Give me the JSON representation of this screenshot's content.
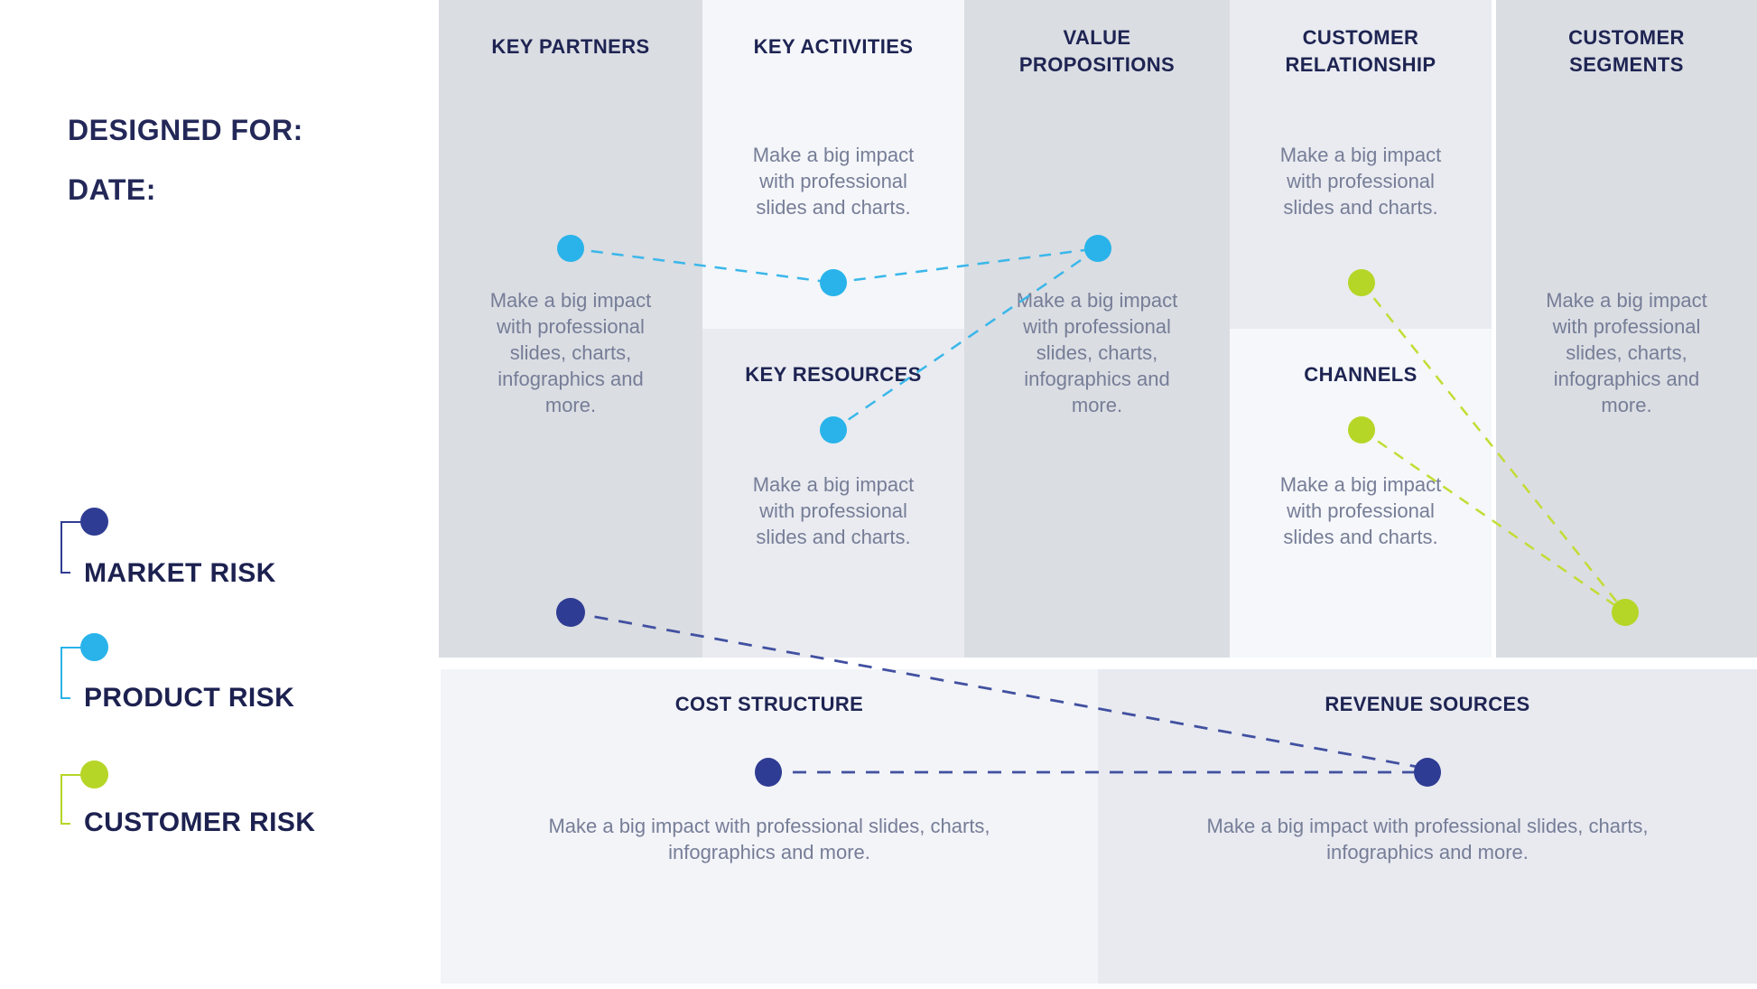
{
  "side": {
    "designed_for": "DESIGNED FOR:",
    "date": "DATE:"
  },
  "legend": {
    "items": [
      {
        "label": "MARKET RISK",
        "color": "#2f3c93"
      },
      {
        "label": "PRODUCT RISK",
        "color": "#29b3ea"
      },
      {
        "label": "CUSTOMER RISK",
        "color": "#b5d626"
      }
    ]
  },
  "canvas": {
    "cells": {
      "key_partners": {
        "title": "KEY PARTNERS",
        "body": "Make a big impact\nwith professional\nslides, charts,\ninfographics and\nmore."
      },
      "key_activities": {
        "title": "KEY ACTIVITIES",
        "body": "Make a big impact\nwith professional\nslides and charts."
      },
      "key_resources": {
        "title": "KEY RESOURCES",
        "body": "Make a big impact\nwith professional\nslides and charts."
      },
      "value_propositions": {
        "title": "VALUE\nPROPOSITIONS",
        "body": "Make a big impact\nwith professional\nslides, charts,\ninfographics and\nmore."
      },
      "customer_relationship": {
        "title": "CUSTOMER\nRELATIONSHIP",
        "body": "Make a big impact\nwith professional\nslides and charts."
      },
      "channels": {
        "title": "CHANNELS",
        "body": "Make a big impact\nwith professional\nslides and charts."
      },
      "customer_segments": {
        "title": "CUSTOMER\nSEGMENTS",
        "body": "Make a big impact\nwith professional\nslides, charts,\ninfographics and\nmore."
      },
      "cost_structure": {
        "title": "COST STRUCTURE",
        "body": "Make a big impact with professional slides, charts,\ninfographics and more."
      },
      "revenue_sources": {
        "title": "REVENUE SOURCES",
        "body": "Make a big impact with professional slides, charts,\ninfographics and more."
      }
    }
  },
  "colors": {
    "navy_accent": "#2f3c93",
    "cyan_accent": "#29b3ea",
    "green_accent": "#b5d626",
    "heading_text": "#1e2452",
    "body_text": "#767d97",
    "column_gray": "#dadde2",
    "column_medium": "#e9ebf0",
    "column_light": "#f5f7fa"
  }
}
